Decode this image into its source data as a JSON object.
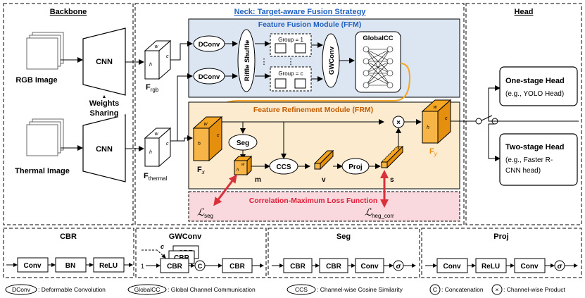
{
  "sections": {
    "backbone": "Backbone",
    "neck": "Neck: Target-aware Fusion Strategy",
    "head": "Head"
  },
  "backbone": {
    "cnn_top": "CNN",
    "cnn_bottom": "CNN",
    "rgb_image": "RGB Image",
    "thermal_image": "Thermal Image",
    "weights_line1": "Weights",
    "weights_line2": "Sharing"
  },
  "features": {
    "f_rgb_main": "F",
    "f_rgb_sub": "rgb",
    "f_thermal_main": "F",
    "f_thermal_sub": "thermal",
    "f_x_main": "F",
    "f_x_sub": "x",
    "f_y_main": "F",
    "f_y_sub": "y",
    "dim_w": "w",
    "dim_h": "h",
    "dim_c": "c"
  },
  "ffm": {
    "title": "Feature Fusion Module (FFM)",
    "dconv_1": "DConv",
    "dconv_2": "DConv",
    "riffle": "Riffle Shuffle",
    "group_1": "Group = 1",
    "group_c": "Group = c",
    "gwconv": "GWConv",
    "globalcc": "GlobalCC",
    "dots": "⋮"
  },
  "frm": {
    "title": "Feature Refinement Module (FRM)",
    "seg": "Seg",
    "ccs": "CCS",
    "proj": "Proj",
    "m": "m",
    "v": "v",
    "s": "s",
    "times": "×"
  },
  "loss": {
    "title": "Correlation-Maximum Loss Function",
    "l_seg_main": "ℒ",
    "l_seg_sub": "seg",
    "l_heg_main": "ℒ",
    "l_heg_sub": "heg_corr"
  },
  "head": {
    "one_stage_title": "One-stage Head",
    "one_stage_desc": "(e.g., YOLO Head)",
    "two_stage_title": "Two-stage Head",
    "two_stage_desc_1": "(e.g., Faster R-",
    "two_stage_desc_2": "CNN head)"
  },
  "bottom": {
    "cbr": {
      "title": "CBR",
      "blocks": [
        "Conv",
        "BN",
        "ReLU"
      ]
    },
    "gwconv": {
      "title": "GWConv",
      "c_label": "c",
      "one_label": "1",
      "stack": "CBR",
      "out": "CBR",
      "concat": "C"
    },
    "seg": {
      "title": "Seg",
      "blocks": [
        "CBR",
        "CBR",
        "Conv"
      ],
      "sigma": "σ"
    },
    "proj": {
      "title": "Proj",
      "blocks": [
        "Conv",
        "ReLU",
        "Conv"
      ],
      "sigma": "σ"
    }
  },
  "legend": {
    "dconv_key": "DConv",
    "dconv_desc": ": Deformable Convolution",
    "globalcc_key": "GlobalCC",
    "globalcc_desc": ": Global Channel Communication",
    "ccs_key": "CCS",
    "ccs_desc": ": Channel-wise Cosine Similarity",
    "concat_key": "C",
    "concat_desc": ": Concatenation",
    "prod_key": "×",
    "prod_desc": ": Channel-wise Product"
  },
  "colors": {
    "ffm_fill": "#dce6f2",
    "frm_fill": "#fdebd0",
    "loss_fill": "#f9d9dd",
    "orange": "#f5a623",
    "title_blue": "#1f5fbf",
    "loss_red": "#e0203a",
    "arrow_red": "#d9303c"
  }
}
